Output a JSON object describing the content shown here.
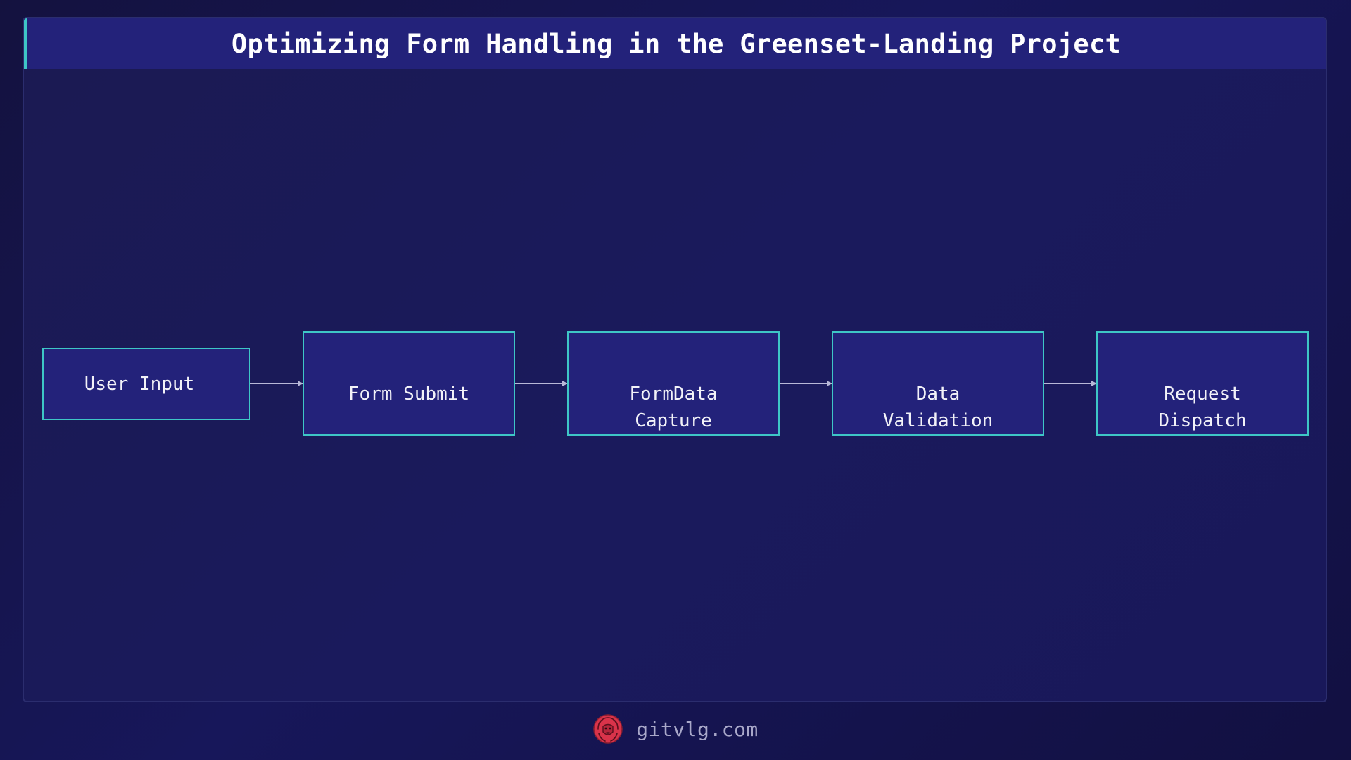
{
  "title": "Optimizing Form Handling in the Greenset-Landing Project",
  "nodes": [
    {
      "id": "user-input",
      "label": "User Input"
    },
    {
      "id": "form-submit",
      "label": "Form Submit"
    },
    {
      "id": "formdata-capture",
      "label": "FormData\nCapture"
    },
    {
      "id": "data-validation",
      "label": "Data\nValidation"
    },
    {
      "id": "request-dispatch",
      "label": "Request\nDispatch"
    }
  ],
  "edges": [
    {
      "from": "user-input",
      "to": "form-submit"
    },
    {
      "from": "form-submit",
      "to": "formdata-capture"
    },
    {
      "from": "formdata-capture",
      "to": "data-validation"
    },
    {
      "from": "data-validation",
      "to": "request-dispatch"
    }
  ],
  "footer": {
    "site": "gitvlg.com",
    "logo_icon": "lion-logo-icon"
  },
  "colors": {
    "background": "#17175a",
    "node_fill": "#23227a",
    "node_border": "#3ec6c6",
    "arrow": "#b8b8d8",
    "accent": "#3ec6c6",
    "logo": "#d9334a"
  }
}
